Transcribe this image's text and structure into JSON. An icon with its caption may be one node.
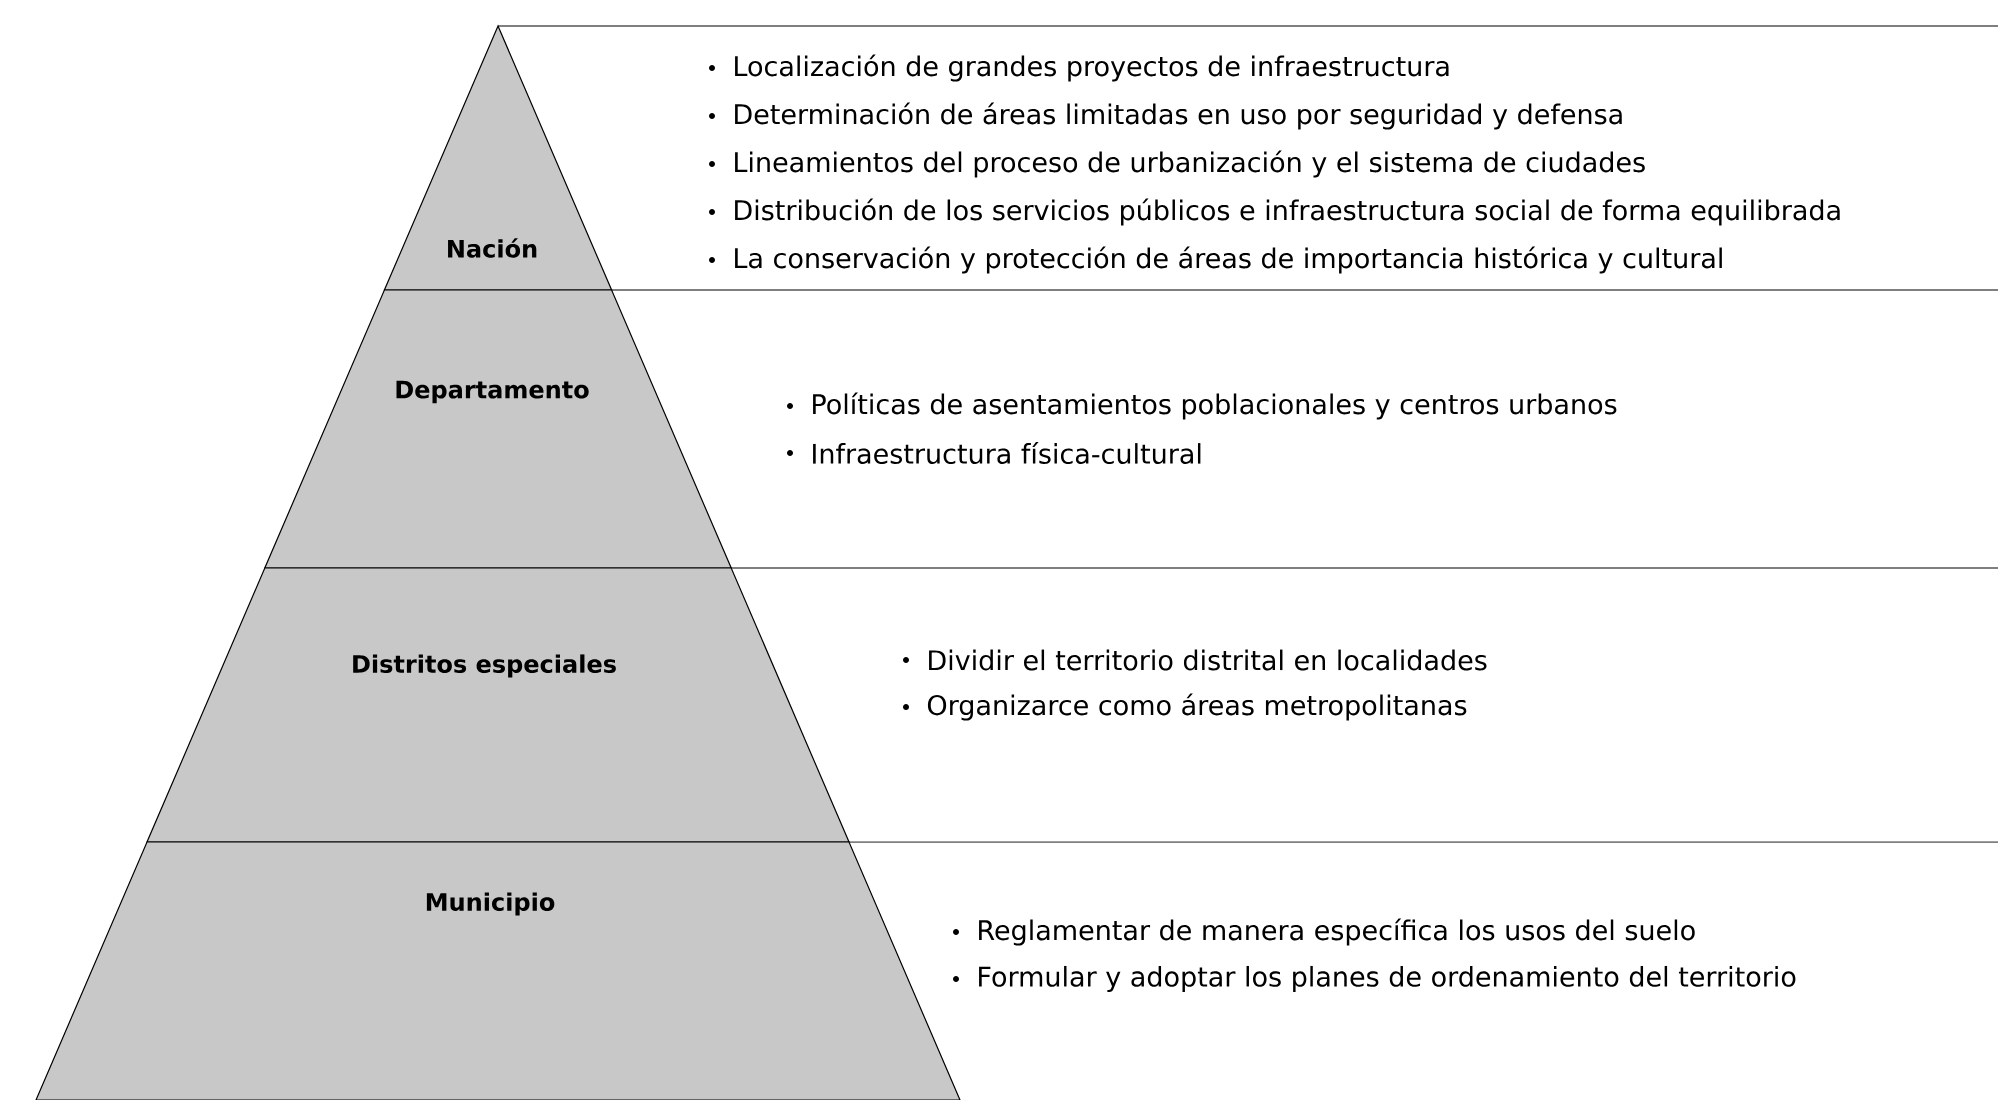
{
  "diagram": {
    "nodes": [
      {
        "text": [
          "Nación",
          "Localización de grandes proyectos de infraestructura",
          "Determinación de áreas limitadas en uso por seguridad y defensa",
          "Lineamientos del proceso de urbanización y el sistema de ciudades",
          "Distribución de los servicios públicos e infraestructura social de forma equilibrada",
          "La conservación y protección de áreas de importancia histórica y cultural"
        ]
      },
      {
        "text": [
          "Departamento",
          "Políticas de asentamientos poblacionales y centros urbanos",
          "Infraestructura física-cultural"
        ]
      },
      {
        "text": [
          "Distritos especiales",
          "Dividir el territorio distrital en localidades",
          "Organizarce como áreas metropolitanas"
        ]
      },
      {
        "text": [
          "Municipio",
          "Reglamentar de manera específica los usos del suelo",
          "Formular y adoptar los planes de ordenamiento del territorio"
        ]
      }
    ]
  }
}
